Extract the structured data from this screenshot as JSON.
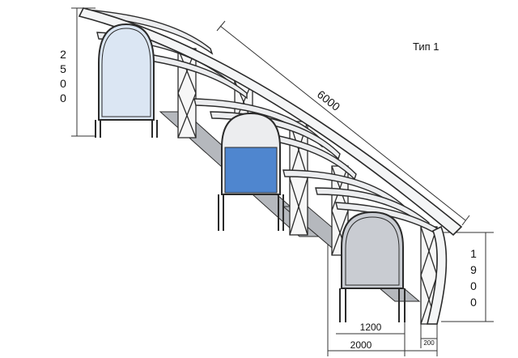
{
  "title": "Тип 1",
  "dimensions": {
    "height_left": [
      "2",
      "5",
      "0",
      "0"
    ],
    "height_right": [
      "1",
      "9",
      "0",
      "0"
    ],
    "length": "6000",
    "width_1200": "1200",
    "width_2000": "2000",
    "width_200": "200"
  },
  "panels": [
    {
      "name": "rear-panel",
      "color": "#dbe6f3"
    },
    {
      "name": "middle-panel",
      "color": "#4f86cf"
    },
    {
      "name": "front-panel",
      "color": "#c9ccd2"
    }
  ],
  "colors": {
    "frame": "#2b2b2b",
    "roof_fill": "#ecedef",
    "bench": "#b5b8bd",
    "dim_line": "#333333"
  }
}
